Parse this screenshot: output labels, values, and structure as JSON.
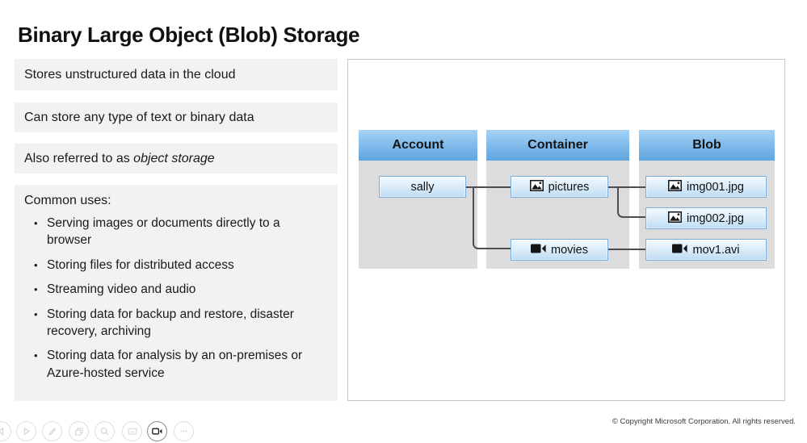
{
  "title": "Binary Large Object (Blob) Storage",
  "left": {
    "points": [
      "Stores unstructured data in the cloud",
      "Can store any type of text or binary data"
    ],
    "point3_prefix": "Also referred to as ",
    "point3_italic": "object storage",
    "common_uses": {
      "heading": "Common uses:",
      "bullet_char": "•",
      "items": [
        "Serving images or documents directly to a browser",
        "Storing files for distributed access",
        "Streaming video and audio",
        "Storing data for backup and restore, disaster recovery, archiving",
        "Storing data for analysis by an on-premises or Azure-hosted service"
      ]
    }
  },
  "diagram": {
    "columns": [
      {
        "header": "Account"
      },
      {
        "header": "Container"
      },
      {
        "header": "Blob"
      }
    ],
    "items": {
      "sally": {
        "label": "sally"
      },
      "pictures": {
        "label": "pictures",
        "icon": "image-icon"
      },
      "movies": {
        "label": "movies",
        "icon": "video-icon"
      },
      "img001": {
        "label": "img001.jpg",
        "icon": "image-icon"
      },
      "img002": {
        "label": "img002.jpg",
        "icon": "image-icon"
      },
      "mov1": {
        "label": "mov1.avi",
        "icon": "video-icon"
      }
    },
    "colors": {
      "header_gradient_top": "#a6d2f4",
      "header_gradient_bottom": "#5fa5e0",
      "column_body": "#dcdcdc",
      "item_border": "#7badd8",
      "item_fill_bottom": "#bedcf4",
      "connector": "#4d4d4d"
    }
  },
  "footer": {
    "copyright": "© Copyright Microsoft Corporation. All rights reserved.",
    "toolbar_icons": [
      "skip-back-icon",
      "play-icon",
      "pen-icon",
      "film-icon",
      "search-icon",
      "captions-icon",
      "camera-icon",
      "more-icon"
    ]
  }
}
